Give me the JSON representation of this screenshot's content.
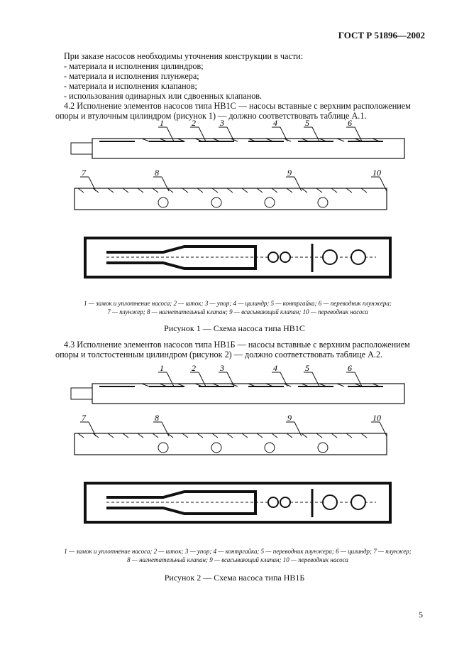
{
  "header": "ГОСТ Р 51896—2002",
  "intro": "При заказе насосов необходимы уточнения конструкции в части:",
  "list": [
    "- материала и исполнения цилиндров;",
    "- материала и исполнения плунжера;",
    "- материала и исполнения клапанов;",
    "- использования одинарных или сдвоенных клапанов."
  ],
  "para42": [
    "4.2 Исполнение элементов насосов типа НВ1С — насосы вставные с верхним расположением",
    "опоры и втулочным цилиндром (рисунок 1) — должно соответствовать таблице А.1."
  ],
  "fig1": {
    "callouts": [
      "1",
      "2",
      "3",
      "4",
      "5",
      "6",
      "7",
      "8",
      "9",
      "10"
    ],
    "legend": [
      "1 — замок и уплотнение насоса; 2 — шток; 3 — упор; 4 — цилиндр; 5 — контргайка; 6 — переводник плунжера;",
      "7 — плунжер; 8 — нагнетательный клапан; 9 — всасывающий клапан; 10 — переводник насоса"
    ],
    "title": "Рисунок 1 — Схема насоса типа НВ1С"
  },
  "para43": [
    "4.3 Исполнение элементов насосов типа НВ1Б — насосы вставные с верхним расположением",
    "опоры и толстостенным цилиндром (рисунок 2) — должно соответствовать таблице А.2."
  ],
  "fig2": {
    "callouts": [
      "1",
      "2",
      "3",
      "4",
      "5",
      "6",
      "7",
      "8",
      "9",
      "10"
    ],
    "legend": [
      "1 — замок и уплотнение насоса; 2 — шток; 3 — упор; 4 — контргайка; 5 — переводник плунжера; 6 — цилиндр; 7 — плунжер;",
      "8 — нагнетательный клапан; 9 — всасывающий клапан; 10 — переводник насоса"
    ],
    "title": "Рисунок 2 — Схема насоса типа НВ1Б"
  },
  "page_number": "5"
}
